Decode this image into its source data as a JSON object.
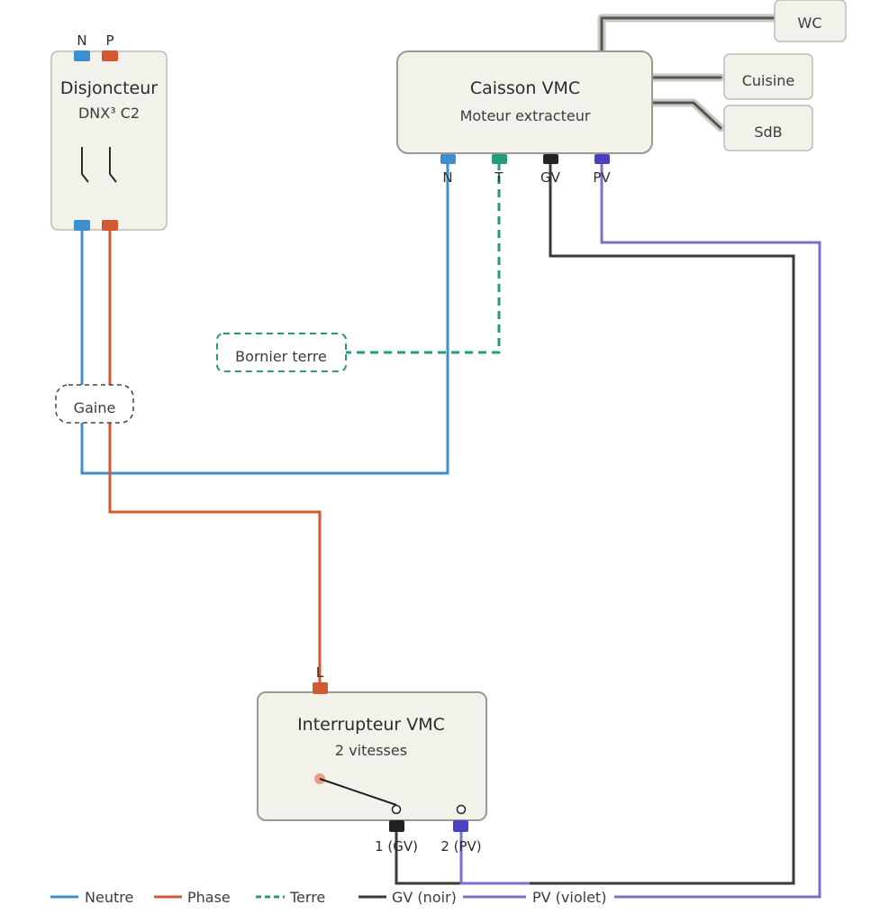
{
  "colors": {
    "neutre": "#3e8fd0",
    "phase": "#d35a30",
    "terre": "#249b7a",
    "gv": "#3a3a3a",
    "pv": "#7d6fd0",
    "pv_terminal": "#4b40c0"
  },
  "disjoncteur": {
    "title": "Disjoncteur",
    "model": "DNX³ C2",
    "label_n": "N",
    "label_p": "P",
    "icon": "switch-contacts-icon"
  },
  "caisson": {
    "title": "Caisson VMC",
    "subtitle": "Moteur extracteur",
    "terminals": [
      "N",
      "T",
      "GV",
      "PV"
    ]
  },
  "rooms": {
    "wc": "WC",
    "cuisine": "Cuisine",
    "sdb": "SdB"
  },
  "bornier": {
    "label": "Bornier terre"
  },
  "gaine": {
    "label": "Gaine"
  },
  "interrupteur": {
    "title": "Interrupteur VMC",
    "subtitle": "2 vitesses",
    "label_l": "L",
    "label_1": "1 (GV)",
    "label_2": "2 (PV)",
    "icon": "selector-switch-icon"
  },
  "legend": {
    "neutre": "Neutre",
    "phase": "Phase",
    "terre": "Terre",
    "gv": "GV (noir)",
    "pv": "PV (violet)"
  }
}
